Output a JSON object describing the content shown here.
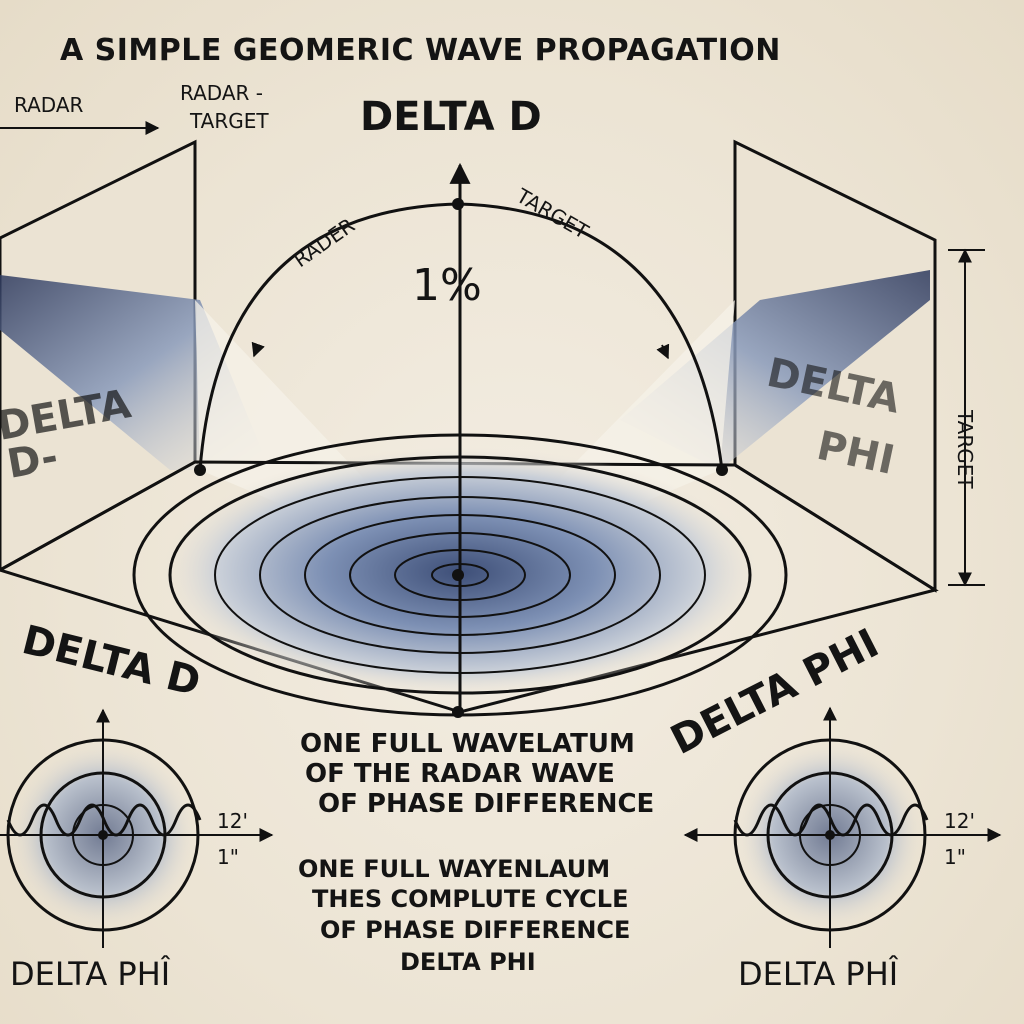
{
  "title": "A SIMPLE GEOMERIC WAVE PROPAGATION",
  "labels": {
    "radar_top_left": "RADAR",
    "radar_target_top": "RADAR -",
    "radar_target_top_2": "TARGET",
    "delta_d_top": "DELTA D",
    "arc_left": "RADER",
    "arc_right": "TARGET",
    "center_mark": "1%",
    "left_panel_1": "DELTA",
    "left_panel_2": "D-",
    "right_panel_1": "DELTA",
    "right_panel_2": "PHI",
    "right_vertical": "TARGET",
    "bottom_left_rot": "DELTA D",
    "bottom_right_rot": "DELTA PHI",
    "caption1_line1": "ONE FULL WAVELATUM",
    "caption1_line2": "OF THE RADAR WAVE",
    "caption1_line3": "OF PHASE DIFFERENCE",
    "caption2_line1": "ONE FULL WAYENLAUM",
    "caption2_line2": "THES COMPLUTE CYCLE",
    "caption2_line3": "OF PHASE DIFFERENCE",
    "caption2_line4": "DELTA PHI",
    "tick_left_a": "12'",
    "tick_left_b": "1\"",
    "tick_right_a": "12'",
    "tick_right_b": "1\"",
    "bottom_left": "DELTA PHÎ",
    "bottom_right": "DELTA PHÎ"
  },
  "colors": {
    "ink": "#111111",
    "wave_blue": "#6d83a8",
    "paper": "#efe8da"
  }
}
